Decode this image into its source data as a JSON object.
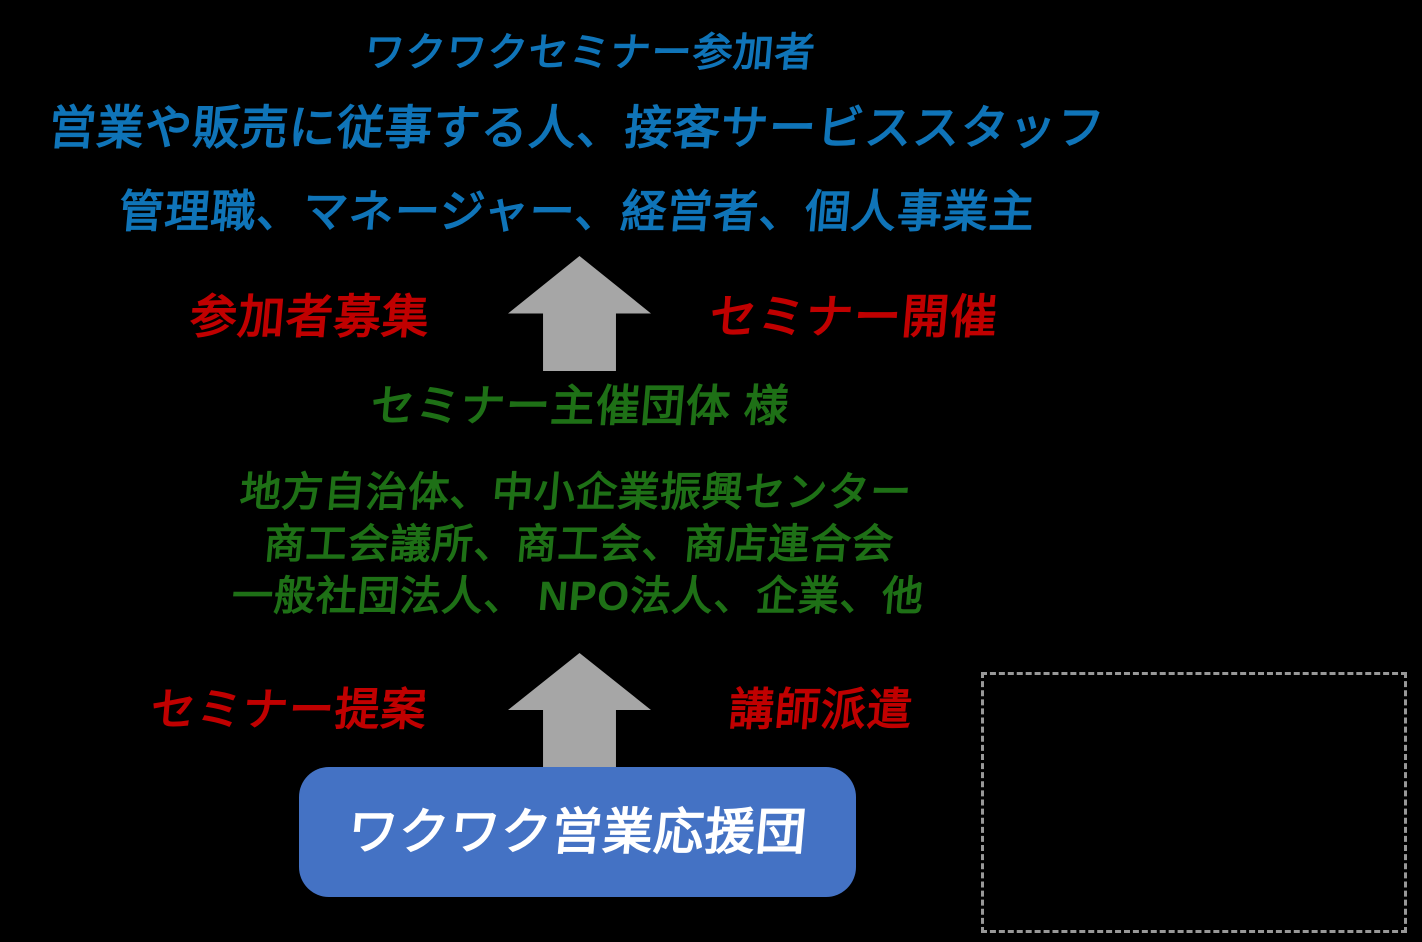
{
  "diagram": {
    "audience": {
      "title": "ワクワクセミナー参加者",
      "line1": "営業や販売に従事する人、接客サービススタッフ",
      "line2": "管理職、マネージャー、経営者、個人事業主"
    },
    "upper_flow": {
      "arrow_icon": "up-arrow",
      "left_label": "参加者募集",
      "right_label": "セミナー開催"
    },
    "organizer": {
      "title": "セミナー主催団体 様",
      "line1": "地方自治体、中小企業振興センター",
      "line2": "商工会議所、商工会、商店連合会",
      "line3": "一般社団法人、 NPO法人、企業、他"
    },
    "lower_flow": {
      "arrow_icon": "up-arrow",
      "left_label": "セミナー提案",
      "right_label": "講師派遣"
    },
    "support_group": {
      "label": "ワクワク営業応援団"
    },
    "placeholder_box": {
      "text": ""
    }
  },
  "colors": {
    "background": "#000000",
    "audience_text": "#0F74B8",
    "action_text": "#C00000",
    "organizer_text": "#1E7016",
    "arrow_fill": "#A6A6A6",
    "support_box_fill": "#4472C4",
    "support_box_text": "#FFFFFF",
    "placeholder_border": "#989898"
  }
}
